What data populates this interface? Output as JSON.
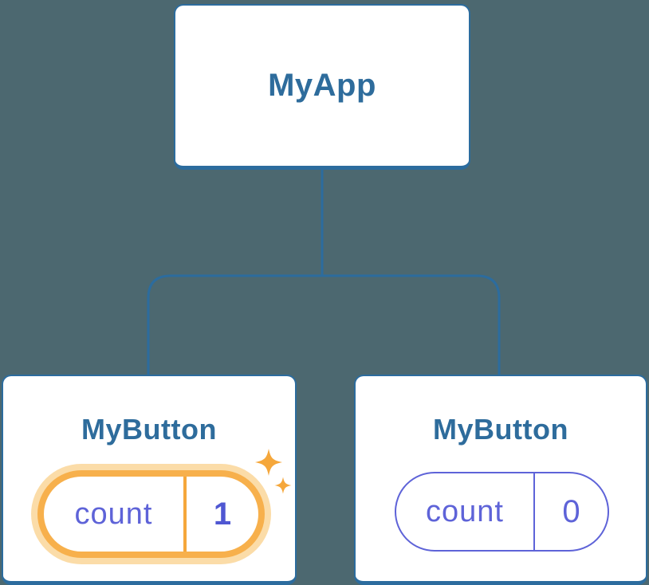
{
  "colors": {
    "background": "#4C6870",
    "card-bg": "#FFFFFF",
    "line-blue": "#2C6C9E",
    "title-blue": "#2E6C9C",
    "indigo": "#5E63D8",
    "indigo-bold": "#4F57D2",
    "orange-ring": "#F7B04C",
    "orange-halo": "#FBDCA8",
    "orange-accent": "#F5A73B"
  },
  "icons": {
    "highlight": "sparkles-icon"
  },
  "tree": {
    "root": {
      "title": "MyApp"
    },
    "children": [
      {
        "title": "MyButton",
        "highlighted": true,
        "state": {
          "name": "count",
          "value": "1"
        }
      },
      {
        "title": "MyButton",
        "highlighted": false,
        "state": {
          "name": "count",
          "value": "0"
        }
      }
    ]
  }
}
